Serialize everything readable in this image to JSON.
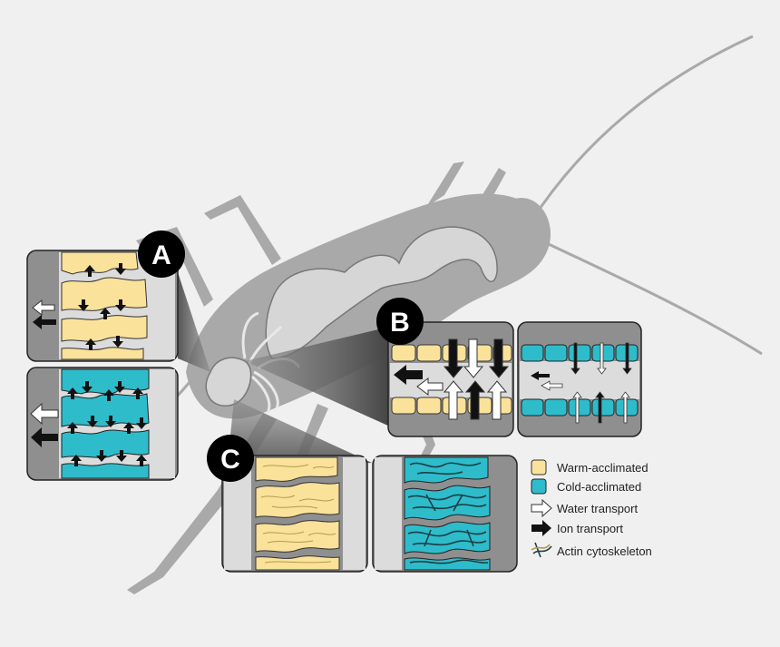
{
  "panels": {
    "a": {
      "label": "A"
    },
    "b": {
      "label": "B"
    },
    "c": {
      "label": "C"
    }
  },
  "legend": {
    "warm": {
      "label": "Warm-acclimated",
      "color": "#FBE29A"
    },
    "cold": {
      "label": "Cold-acclimated",
      "color": "#2EBCCB"
    },
    "water": {
      "label": "Water transport",
      "icon": "white-arrow-icon"
    },
    "ion": {
      "label": "Ion transport",
      "icon": "black-arrow-icon"
    },
    "actin": {
      "label": "Actin cytoskeleton",
      "icon": "actin-filament-icon"
    }
  },
  "colors": {
    "background": "#f0f0f0",
    "cricket": "#a9a9a9",
    "gut": "#d6d6d6",
    "box_fill": "#8f8f8f",
    "lumen": "#dcdcdc",
    "warm_cell": "#FBE29A",
    "cold_cell": "#2EBCCB",
    "actin_dark": "#1d3f45",
    "actin_light": "#b59a4a"
  }
}
